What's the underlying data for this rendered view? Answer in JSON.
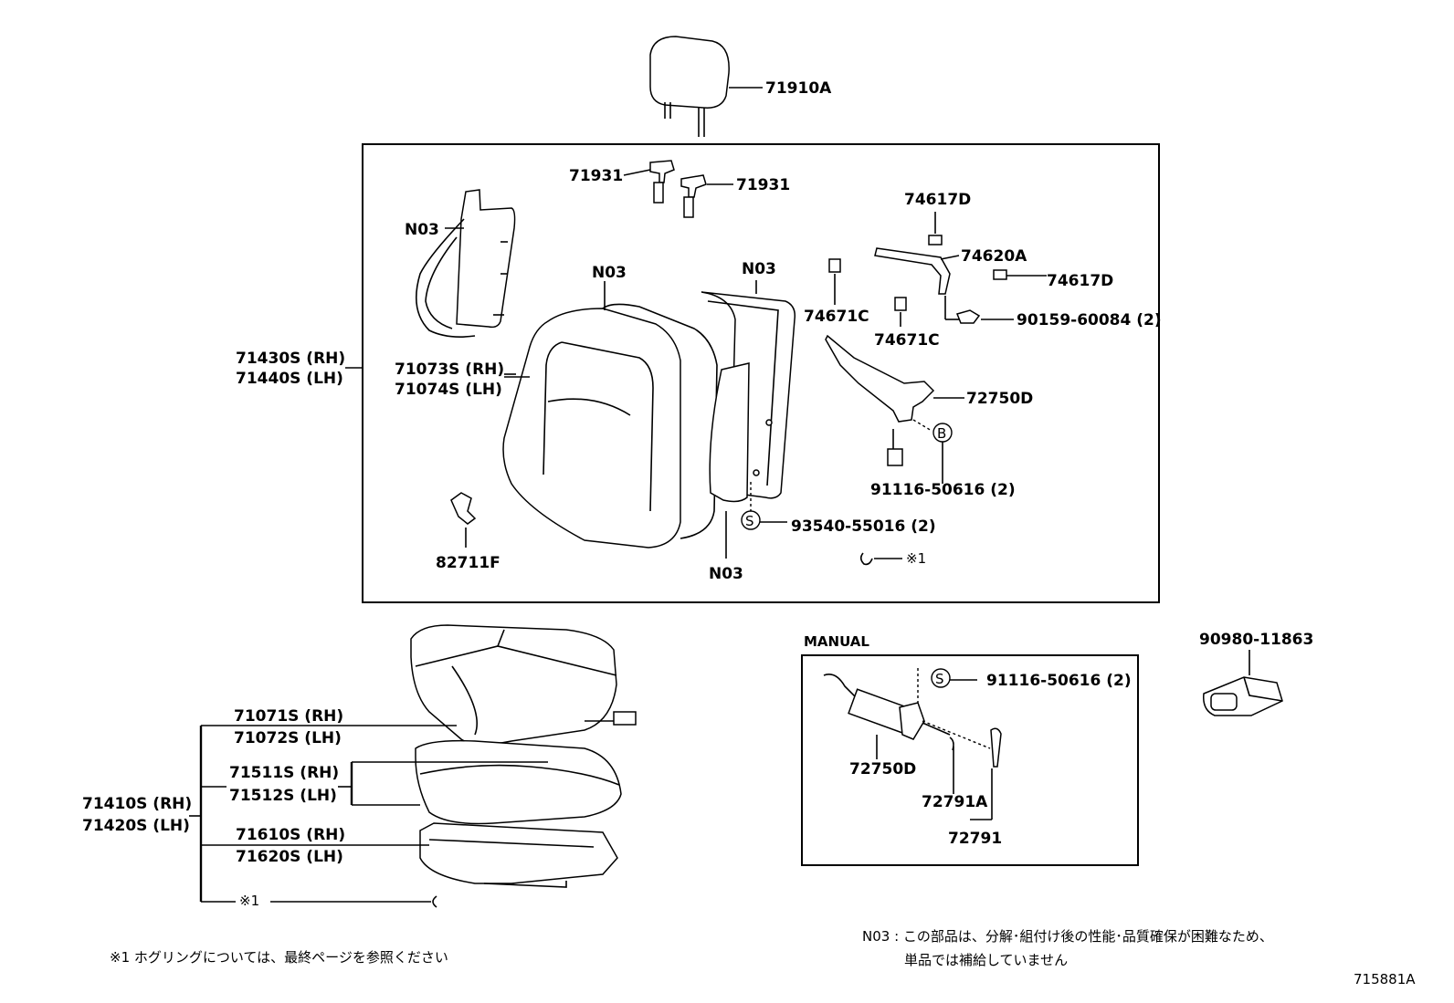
{
  "labels": {
    "headrest": "71910A",
    "support_left": "71931",
    "support_right": "71931",
    "n03_frame": "N03",
    "n03_pad": "N03",
    "n03_back": "N03",
    "n03_bottom": "N03",
    "clip_top": "74617D",
    "bracket": "74620A",
    "clip_right": "74617D",
    "clip_left_c": "74671C",
    "clip_mid_c": "74671C",
    "bolt_upper": "90159-60084 (2)",
    "recliner": "72750D",
    "bolt_b": "91116-50616 (2)",
    "cover_rh": "71073S (RH)",
    "cover_lh": "71074S (LH)",
    "back_assy_rh": "71430S (RH)",
    "back_assy_lh": "71440S (LH)",
    "hog_ring": "82711F",
    "screw_s": "93540-55016 (2)",
    "ring_note_mark": "※1",
    "cushion_cover_rh": "71071S (RH)",
    "cushion_cover_lh": "71072S (LH)",
    "cushion_pad_rh": "71511S (RH)",
    "cushion_pad_lh": "71512S (LH)",
    "seat_assy_rh": "71410S (RH)",
    "seat_assy_lh": "71420S (LH)",
    "cushion_frame_rh": "71610S (RH)",
    "cushion_frame_lh": "71620S (LH)",
    "cushion_ring_mark": "※1",
    "manual_title": "MANUAL",
    "manual_bolt": "91116-50616 (2)",
    "manual_recliner": "72750D",
    "knob_a": "72791A",
    "knob": "72791",
    "connector": "90980-11863",
    "footnote_ring": "※1  ホグリングについては、最終ページを参照ください",
    "n03_note_line1": "N03 : この部品は、分解･組付け後の性能･品質確保が困難なため、",
    "n03_note_line2": "単品では補給していません",
    "diagram_id": "715881A",
    "circle_b": "B",
    "circle_s1": "S",
    "circle_s2": "S"
  }
}
